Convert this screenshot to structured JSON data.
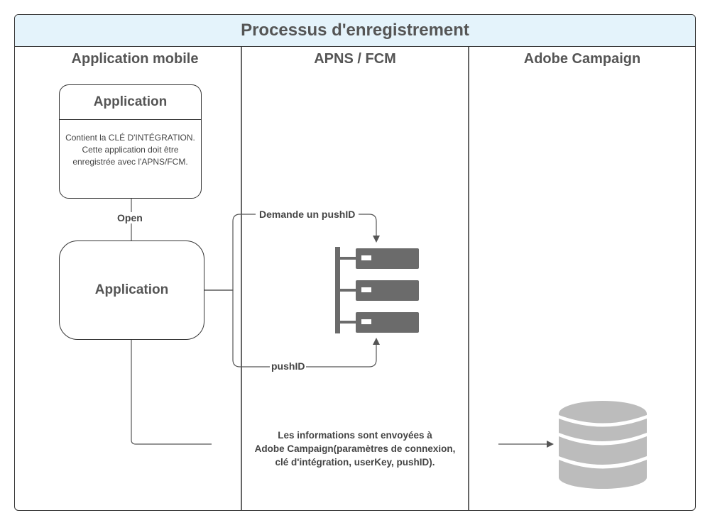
{
  "title": "Processus d'enregistrement",
  "columns": [
    {
      "title": "Application mobile"
    },
    {
      "title": "APNS / FCM"
    },
    {
      "title": "Adobe Campaign"
    }
  ],
  "app_box": {
    "title": "Application",
    "description_lines": [
      "Contient la CLÉ D'INTÉGRATION.",
      "Cette application doit être",
      "enregistrée avec l'APNS/FCM."
    ]
  },
  "open_label": "Open",
  "app_node": {
    "label": "Application"
  },
  "request_label": "Demande un pushID",
  "response_label": "pushID",
  "info_lines": [
    "Les informations sont envoyées à",
    "Adobe Campaign(paramètres de connexion,",
    "clé d'intégration, userKey, pushID)."
  ],
  "icons": {
    "server": "server-icon",
    "database": "database-icon"
  },
  "colors": {
    "header_bg": "#e4f3fb",
    "icon_fill": "#6b6b6b",
    "db_fill": "#bcbcbc",
    "text": "#555555"
  }
}
